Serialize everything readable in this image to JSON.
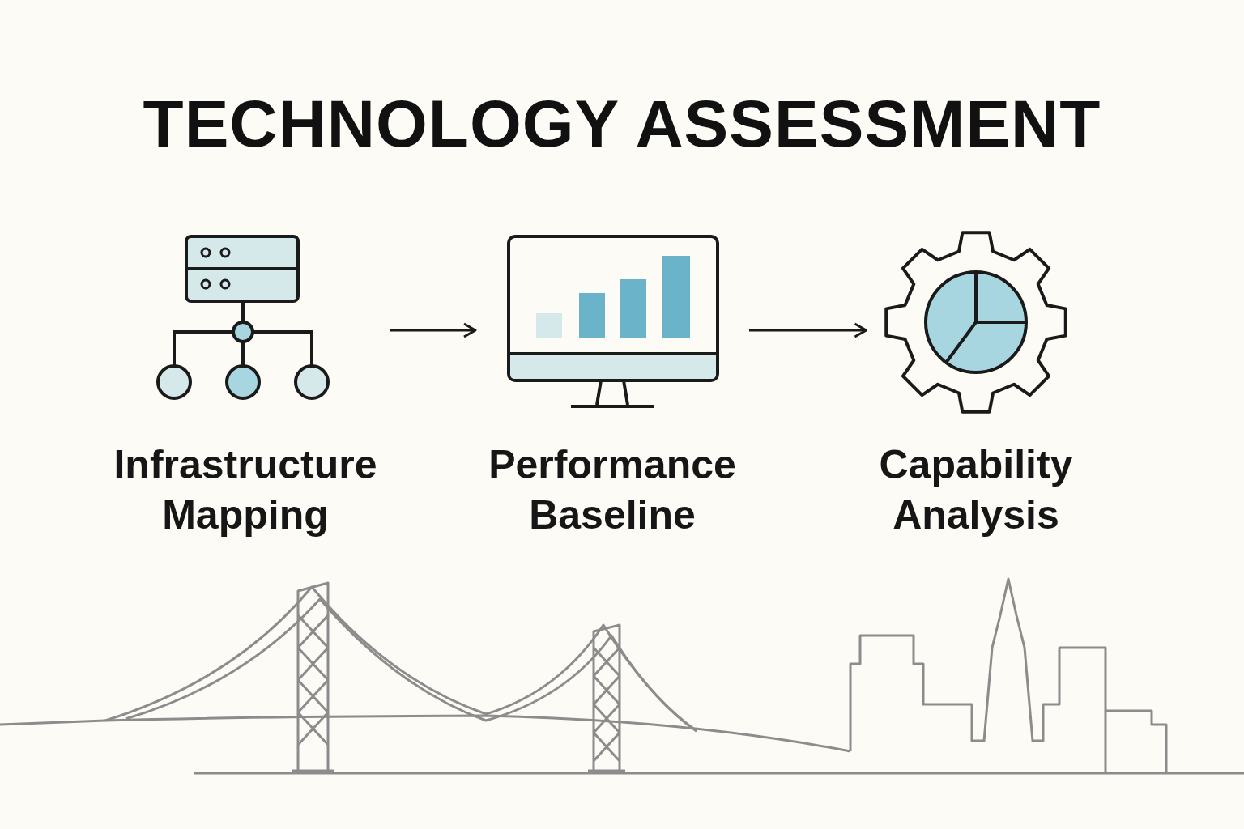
{
  "diagram": {
    "title": "TECHNOLOGY ASSESSMENT",
    "nodes": [
      {
        "text": [
          "Infrastructure Mapping"
        ]
      },
      {
        "text": [
          "Performance Baseline"
        ]
      },
      {
        "text": [
          "Capability Analysis"
        ]
      }
    ],
    "edges": [
      {
        "from": 0,
        "to": 1,
        "arrow": "to"
      },
      {
        "from": 1,
        "to": 2,
        "arrow": "to"
      }
    ]
  }
}
